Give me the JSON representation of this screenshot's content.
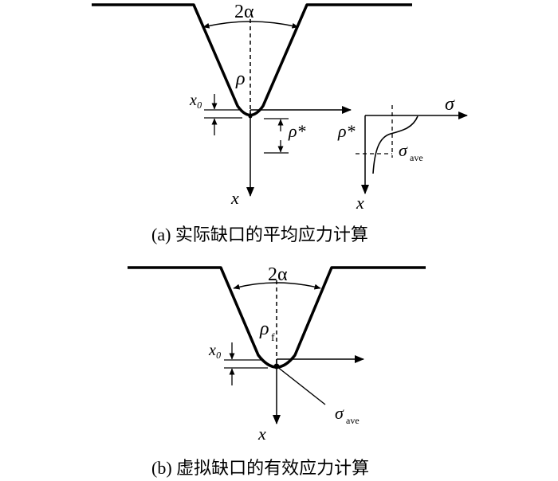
{
  "panel_a": {
    "angle_label": "2α",
    "rho_label": "ρ",
    "x0_label": "x₀",
    "rho_star_label": "ρ*",
    "x_axis_label": "x",
    "inset": {
      "sigma_label": "σ",
      "rho_star_label": "ρ*",
      "sigma_ave_label": "σ",
      "sigma_ave_sub": "ave",
      "x_axis_label": "x"
    },
    "caption": "(a) 实际缺口的平均应力计算"
  },
  "panel_b": {
    "angle_label": "2α",
    "rho_f_label": "ρ",
    "rho_f_sub": "f",
    "x0_label": "x₀",
    "sigma_ave_label": "σ",
    "sigma_ave_sub": "ave",
    "x_axis_label": "x",
    "caption": "(b) 虚拟缺口的有效应力计算"
  }
}
